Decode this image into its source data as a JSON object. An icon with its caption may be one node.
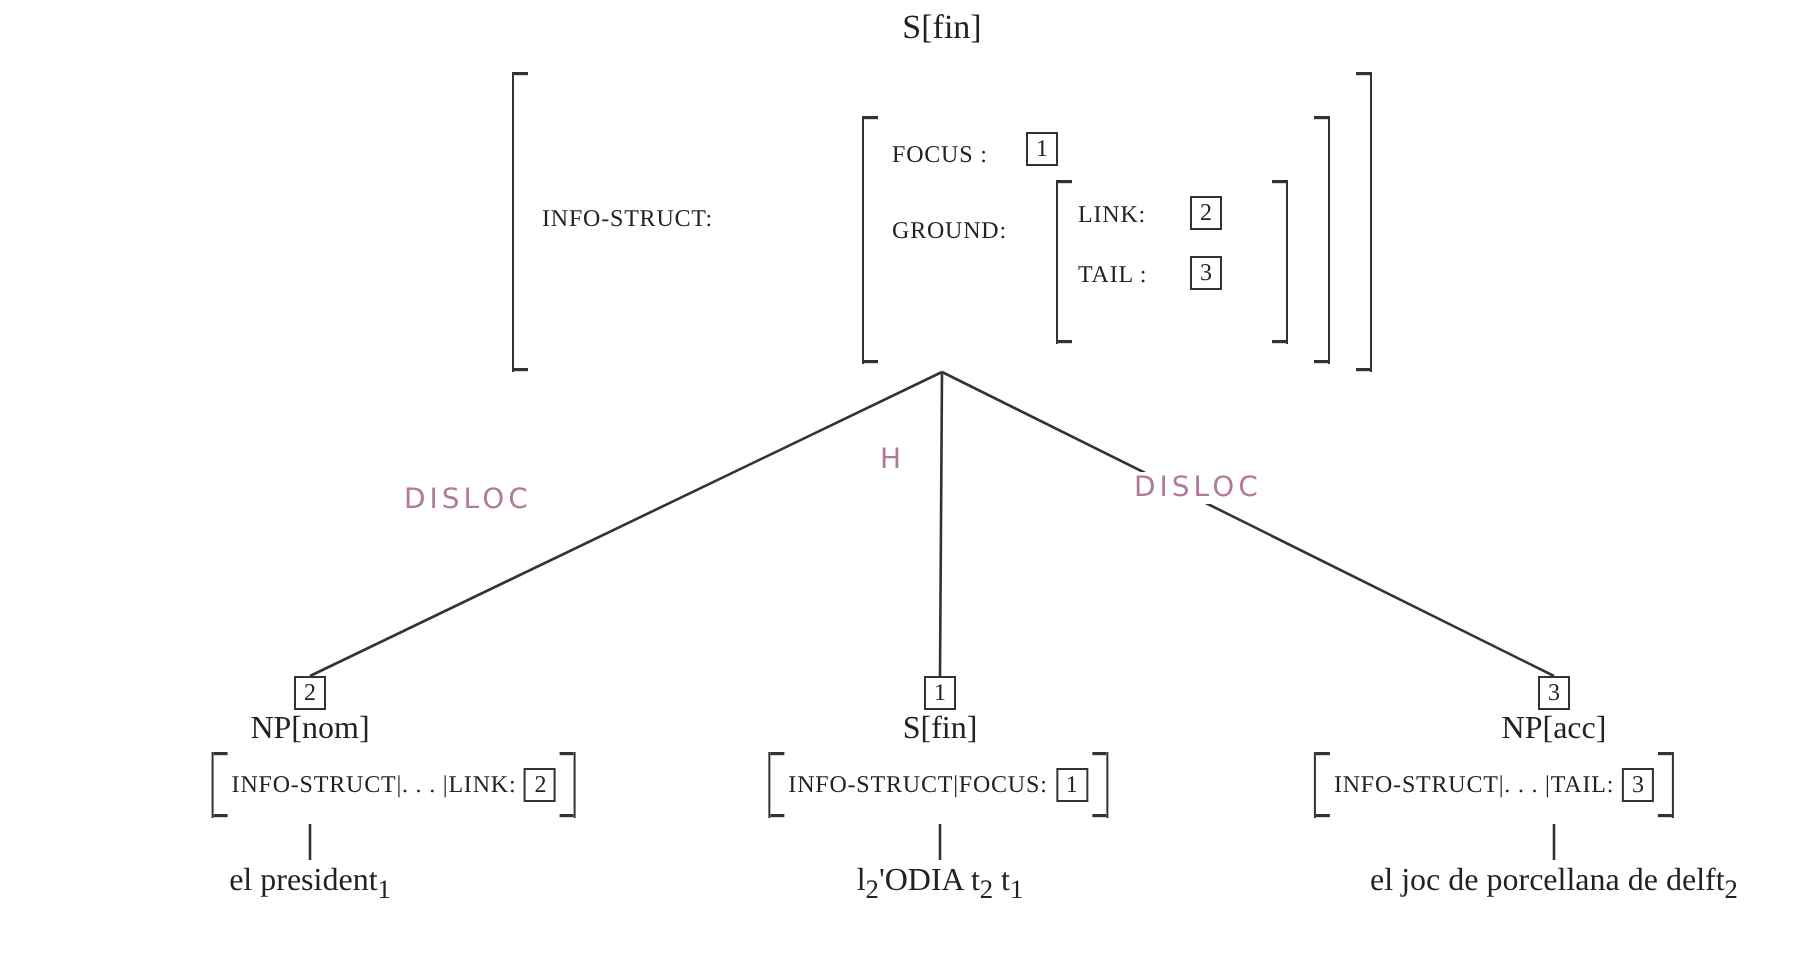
{
  "diagram": {
    "nodes": [
      {
        "text": [
          "S[fin]",
          "INFO-STRUCT:"
        ]
      },
      {
        "text": [
          "FOCUS :",
          "GROUND:"
        ],
        "in": 0
      },
      {
        "text": [
          "1"
        ],
        "in": 1
      },
      {
        "text": [
          "LINK:",
          "TAIL :"
        ],
        "in": 1
      },
      {
        "text": [
          "2"
        ],
        "in": 3
      },
      {
        "text": [
          "3"
        ],
        "in": 3
      },
      {
        "text": [
          "2"
        ]
      },
      {
        "text": [
          "INFO-STRUCT|. . . |LINK:"
        ]
      },
      {
        "text": [
          "2"
        ],
        "in": 7
      },
      {
        "text": [
          "el president$_{1}$"
        ]
      },
      {
        "text": [
          "1"
        ]
      },
      {
        "text": [
          "INFO-STRUCT|FOCUS:"
        ]
      },
      {
        "text": [
          "1"
        ],
        "in": 11
      },
      {
        "text": [
          "l$_{2}$'ODIA t$_{2}$ t$_{1}$"
        ]
      },
      {
        "text": [
          "3"
        ]
      },
      {
        "text": [
          "INFO-STRUCT|. . . |TAIL:"
        ]
      },
      {
        "text": [
          "3"
        ],
        "in": 15
      },
      {
        "text": [
          "el joc de porcellana de delft$_{2}$"
        ]
      }
    ],
    "edges": [
      {
        "from": 0,
        "to": 6,
        "arrow": "none",
        "label": "DISLOC"
      },
      {
        "from": 0,
        "to": 10,
        "arrow": "none",
        "label": "H"
      },
      {
        "from": 0,
        "to": 14,
        "arrow": "none",
        "label": "DISLOC"
      },
      {
        "from": 7,
        "to": 9,
        "arrow": "none"
      },
      {
        "from": 11,
        "to": 13,
        "arrow": "none"
      },
      {
        "from": 15,
        "to": 17,
        "arrow": "none"
      }
    ],
    "labels": [
      "NP[nom]",
      "S[fin]",
      "NP[acc]"
    ]
  }
}
